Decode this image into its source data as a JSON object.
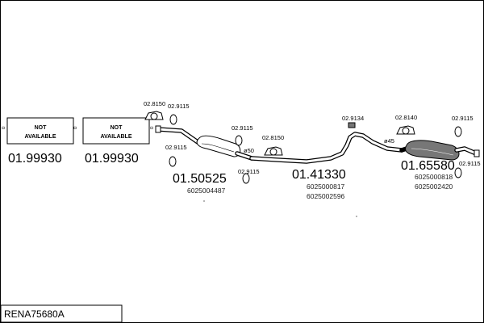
{
  "title": "RENA75680A",
  "not_available_boxes": [
    {
      "line1": "NOT",
      "line2": "AVAILABLE",
      "code": "01.99930"
    },
    {
      "line1": "NOT",
      "line2": "AVAILABLE",
      "code": "01.99930"
    }
  ],
  "main_parts": [
    {
      "code": "01.50525",
      "oem": [
        "6025004487"
      ]
    },
    {
      "code": "01.41330",
      "oem": [
        "6025000817",
        "6025002596"
      ]
    },
    {
      "code": "01.65580",
      "oem": [
        "6025000818",
        "6025002420"
      ]
    }
  ],
  "accessories": [
    {
      "code": "02.8150"
    },
    {
      "code": "02.9115"
    },
    {
      "code": "02.9115"
    },
    {
      "code": "02.9115"
    },
    {
      "code": "02.8150"
    },
    {
      "code": "02.9115"
    },
    {
      "code": "02.9134"
    },
    {
      "code": "02.8140"
    },
    {
      "code": "02.9115"
    },
    {
      "code": "02.9115"
    }
  ],
  "diameters": [
    {
      "label": "ø50"
    },
    {
      "label": "ø45"
    }
  ]
}
